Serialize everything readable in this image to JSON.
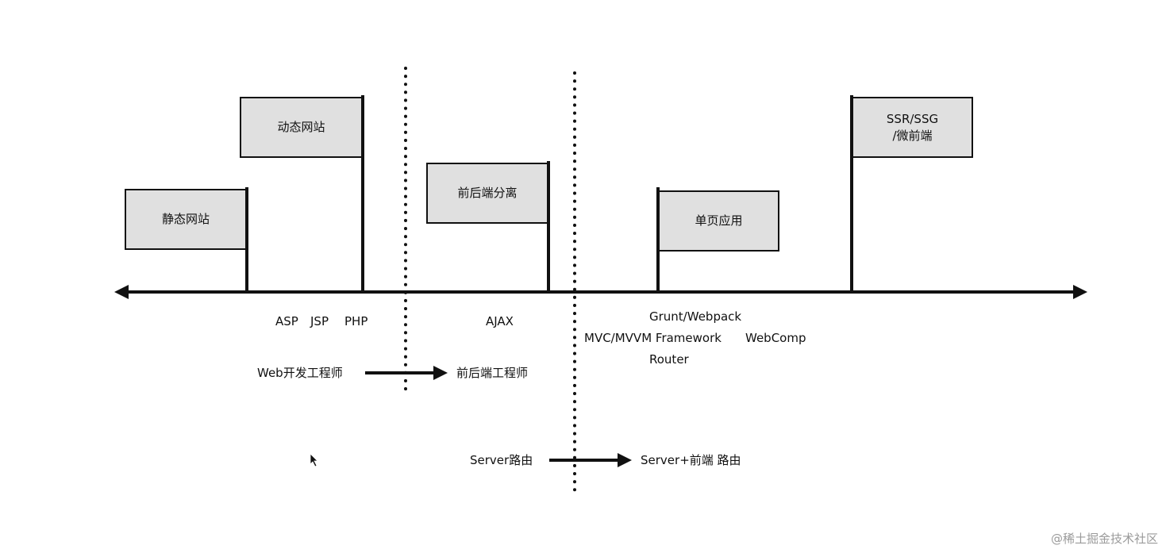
{
  "flags": {
    "static_site": "静态网站",
    "dynamic_site": "动态网站",
    "frontend_backend_separation": "前后端分离",
    "spa": "单页应用",
    "ssr_ssg": "SSR/SSG\n/微前端"
  },
  "tech": {
    "asp": "ASP",
    "jsp": "JSP",
    "php": "PHP",
    "ajax": "AJAX",
    "grunt_webpack": "Grunt/Webpack",
    "mvc_mvvm": "MVC/MVVM Framework",
    "webcomp": "WebComp",
    "router": "Router"
  },
  "roles": {
    "web_developer": "Web开发工程师",
    "fullstack_engineer": "前后端工程师"
  },
  "routing": {
    "server_routing": "Server路由",
    "server_frontend_routing": "Server+前端 路由"
  },
  "watermark": "@稀土掘金技术社区",
  "colors": {
    "flag_fill": "#e0e0e0",
    "line": "#111111",
    "watermark": "#9a9a9a"
  }
}
